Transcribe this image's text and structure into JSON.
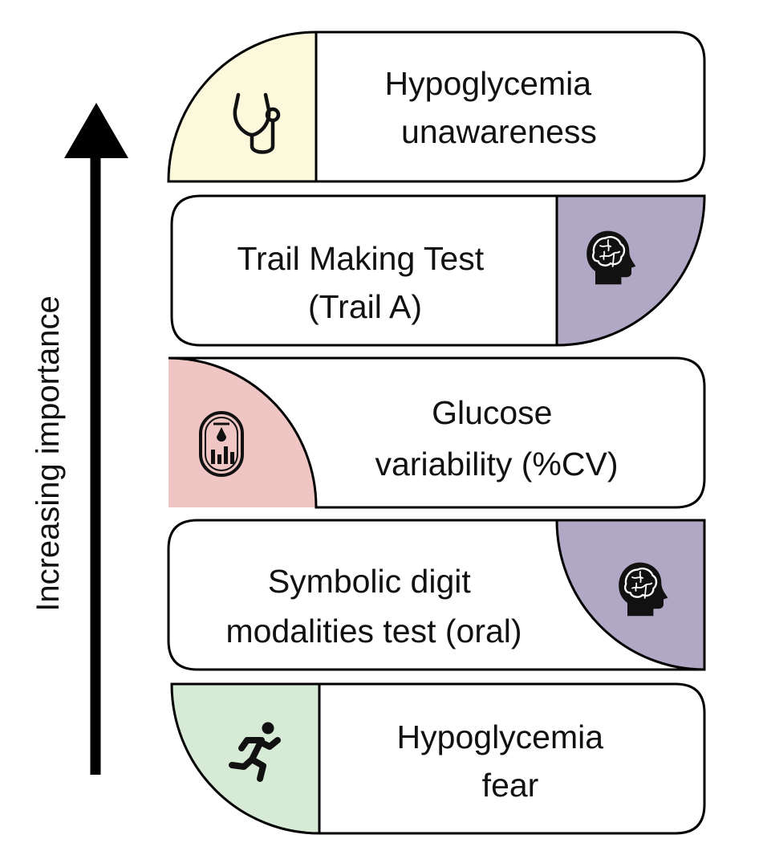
{
  "axis": {
    "label": "Increasing importance"
  },
  "items": [
    {
      "line1": "Hypoglycemia",
      "line2": "unawareness",
      "icon": "stethoscope-icon",
      "color": "#fbf8dc"
    },
    {
      "line1": "Trail Making Test",
      "line2": "(Trail A)",
      "icon": "brain-head-icon",
      "color": "#b0a8c4"
    },
    {
      "line1": "Glucose",
      "line2": "variability (%CV)",
      "icon": "glucose-monitor-icon",
      "color": "#f0c6c4"
    },
    {
      "line1": "Symbolic digit",
      "line2": "modalities test (oral)",
      "icon": "brain-head-icon",
      "color": "#b0a8c4"
    },
    {
      "line1": "Hypoglycemia",
      "line2": "fear",
      "icon": "running-person-icon",
      "color": "#d6ead6"
    }
  ]
}
